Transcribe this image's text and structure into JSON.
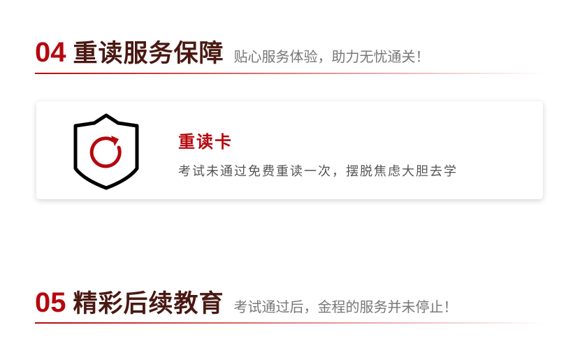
{
  "sections": [
    {
      "number": "04",
      "title": "重读服务保障",
      "subtitle": "贴心服务体验，助力无忧通关！"
    },
    {
      "number": "05",
      "title": "精彩后续教育",
      "subtitle": "考试通过后，金程的服务并未停止！"
    }
  ],
  "card": {
    "icon": "shield-refresh-icon",
    "title": "重读卡",
    "description": "考试未通过免费重读一次，摆脱焦虑大胆去学"
  },
  "colors": {
    "accent": "#b5080e",
    "title": "#4a1812"
  }
}
